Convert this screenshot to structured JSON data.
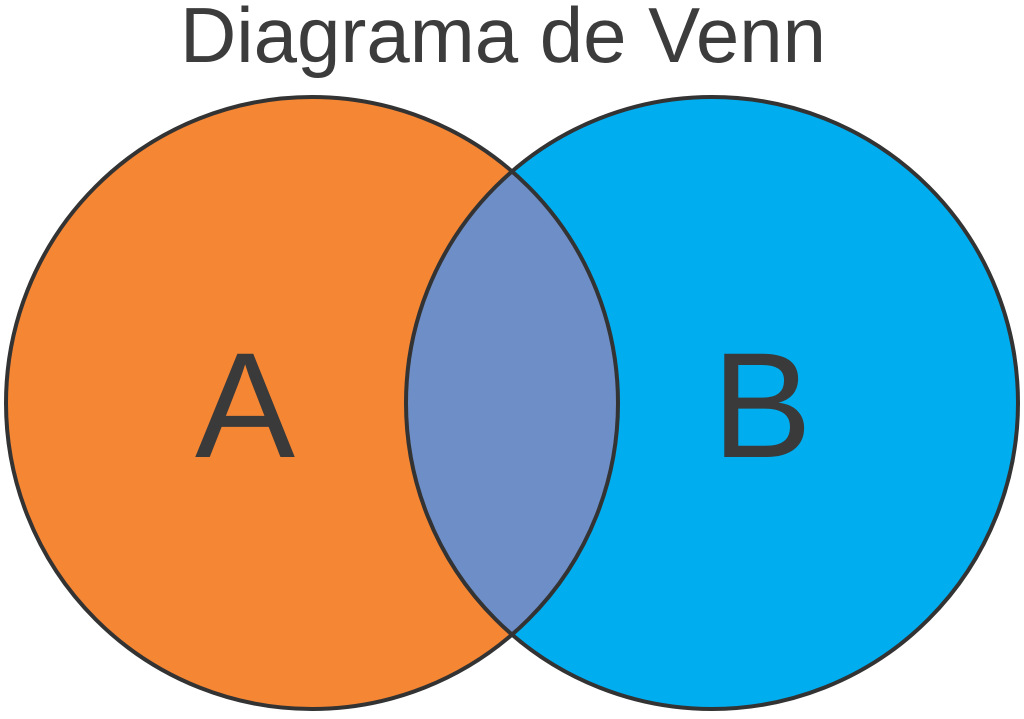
{
  "diagram": {
    "title": "Diagrama de Venn",
    "sets": [
      {
        "label": "A",
        "fill": "#F58634"
      },
      {
        "label": "B",
        "fill": "#00ADEF"
      }
    ],
    "intersection_fill": "#6E8EC7",
    "outline": "#333333"
  }
}
